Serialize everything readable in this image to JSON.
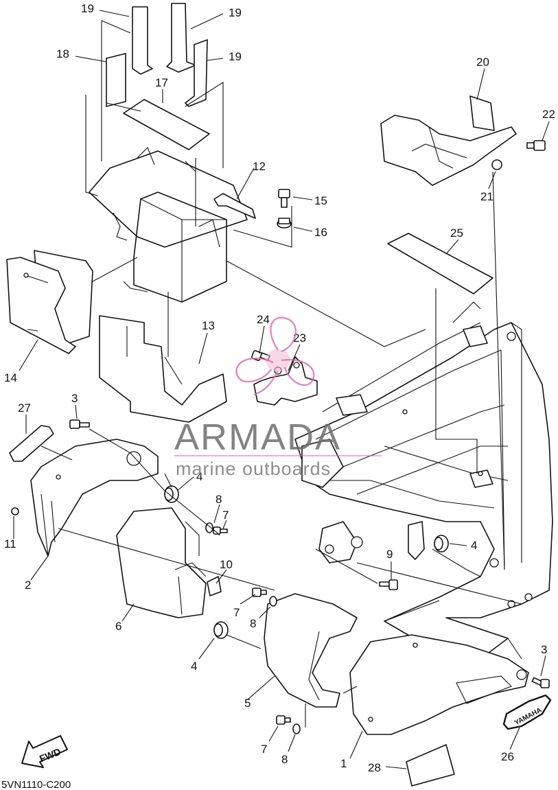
{
  "diagram": {
    "code": "5VN1110-C200",
    "fwd_label": "FWD",
    "emblem_text": "YAMAHA",
    "callouts": [
      "19",
      "19",
      "19",
      "18",
      "17",
      "12",
      "15",
      "16",
      "14",
      "13",
      "24",
      "23",
      "27",
      "3",
      "4",
      "8",
      "7",
      "11",
      "2",
      "6",
      "10",
      "7",
      "8",
      "4",
      "5",
      "9",
      "4",
      "7",
      "8",
      "1",
      "28",
      "26",
      "3",
      "20",
      "22",
      "21",
      "25"
    ]
  },
  "watermark": {
    "brand": "ARMADA",
    "tagline": "marine outboards",
    "accent_color": "#d96aa8"
  }
}
